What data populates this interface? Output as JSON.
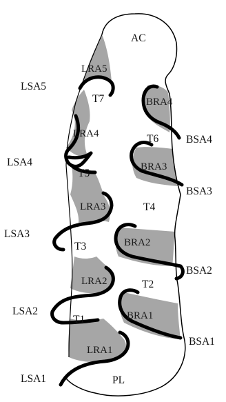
{
  "colors": {
    "background": "#ffffff",
    "outline": "#000000",
    "shaded_region": "#a6a6a6"
  },
  "labels": {
    "ac": "AC",
    "pl": "PL",
    "left_outer": [
      "LSA5",
      "LSA4",
      "LSA3",
      "LSA2",
      "LSA1"
    ],
    "right_outer": [
      "BSA4",
      "BSA3",
      "BSA2",
      "BSA1"
    ],
    "left_shaded": [
      "LRA5",
      "LRA4",
      "LRA3",
      "LRA2",
      "LRA1"
    ],
    "right_shaded": [
      "BRA4",
      "BRA3",
      "BRA2",
      "BRA1"
    ],
    "chambers": [
      "T7",
      "T6",
      "T5",
      "T4",
      "T3",
      "T2",
      "T1"
    ]
  }
}
